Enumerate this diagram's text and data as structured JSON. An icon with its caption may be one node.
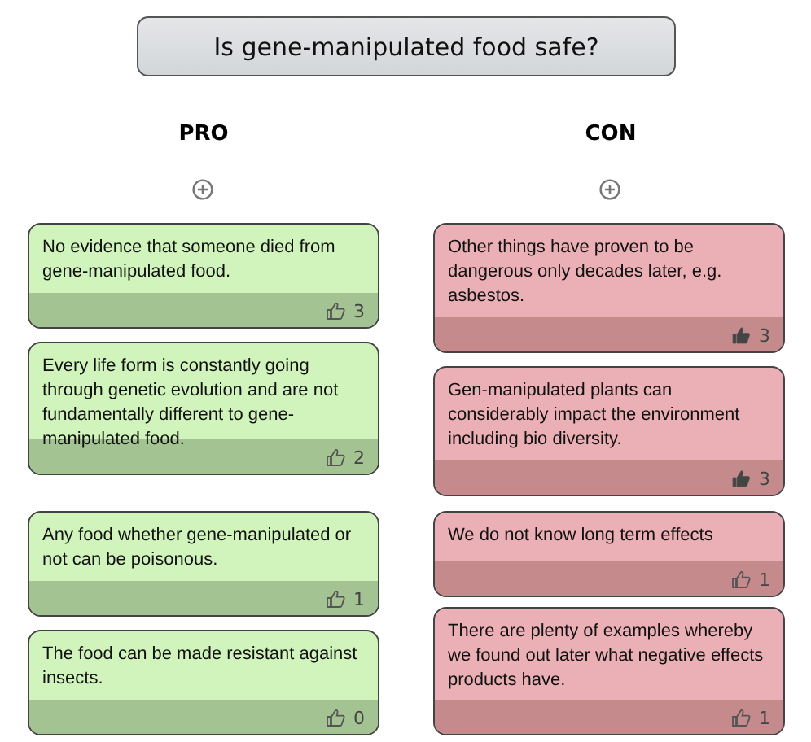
{
  "diagram": {
    "title": "Is gene-manipulated food safe?",
    "nodes": [
      {
        "text": [
          "No evidence that someone died from gene-manipulated food.",
          "3"
        ]
      },
      {
        "text": [
          "Every life form is constantly going through genetic evolution and are not fundamentally different to gene-manipulated food.",
          "2"
        ]
      },
      {
        "text": [
          "Any food whether gene-manipulated or not can be poisonous.",
          "1"
        ]
      },
      {
        "text": [
          "The food can be made resistant against insects.",
          "0"
        ]
      },
      {
        "text": [
          "Other things have proven to be dangerous only decades later, e.g. asbestos.",
          "3"
        ]
      },
      {
        "text": [
          "Gen-manipulated plants can considerably impact the environment including bio diversity.",
          "3"
        ]
      },
      {
        "text": [
          "We do not know long term effects",
          "1"
        ]
      },
      {
        "text": [
          "There are plenty of examples whereby we found out later what negative effects products have.",
          "1"
        ]
      }
    ],
    "labels": [
      "PRO",
      "CON"
    ]
  }
}
